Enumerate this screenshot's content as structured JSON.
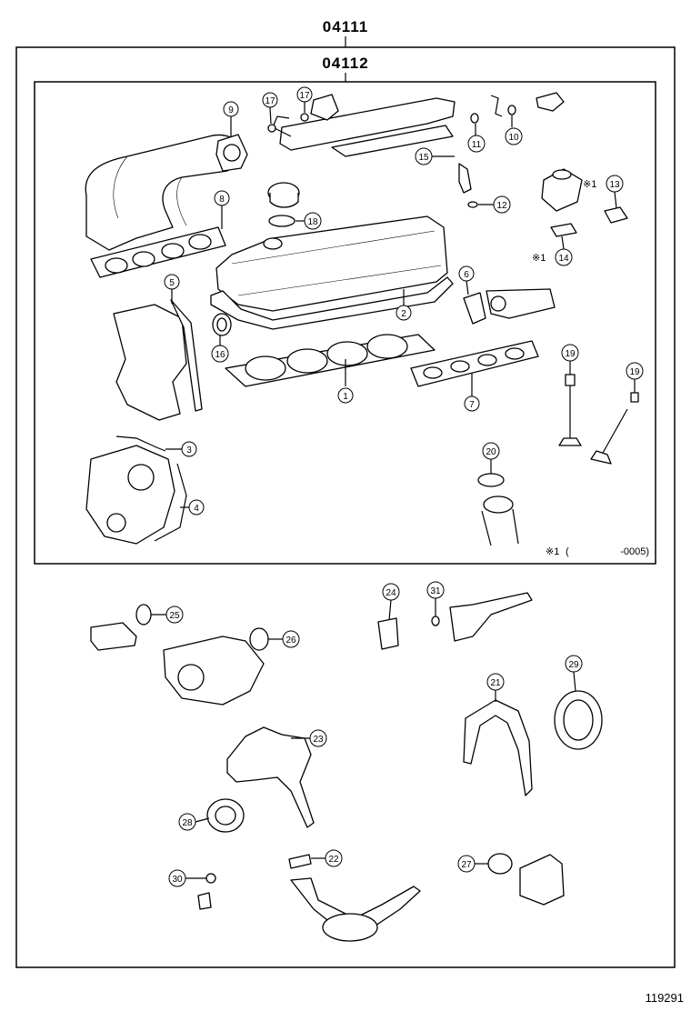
{
  "kit_outer": {
    "code": "04111"
  },
  "kit_inner": {
    "code": "04112"
  },
  "inner_note": {
    "mark": "※1",
    "text": "(",
    "range": "-0005)"
  },
  "figure_id": "119291",
  "callouts": {
    "c1": "1",
    "c2": "2",
    "c3": "3",
    "c4": "4",
    "c5": "5",
    "c6": "6",
    "c7": "7",
    "c8": "8",
    "c9": "9",
    "c10": "10",
    "c11": "11",
    "c12": "12",
    "c13": "13",
    "c14": "14",
    "c15": "15",
    "c16": "16",
    "c17a": "17",
    "c17b": "17",
    "c18": "18",
    "c19a": "19",
    "c19b": "19",
    "c20": "20",
    "c21": "21",
    "c22": "22",
    "c23": "23",
    "c24": "24",
    "c25": "25",
    "c26": "26",
    "c27": "27",
    "c28": "28",
    "c29": "29",
    "c30": "30",
    "c31": "31"
  },
  "callout_marks": {
    "m13": "※1",
    "m14": "※1"
  }
}
